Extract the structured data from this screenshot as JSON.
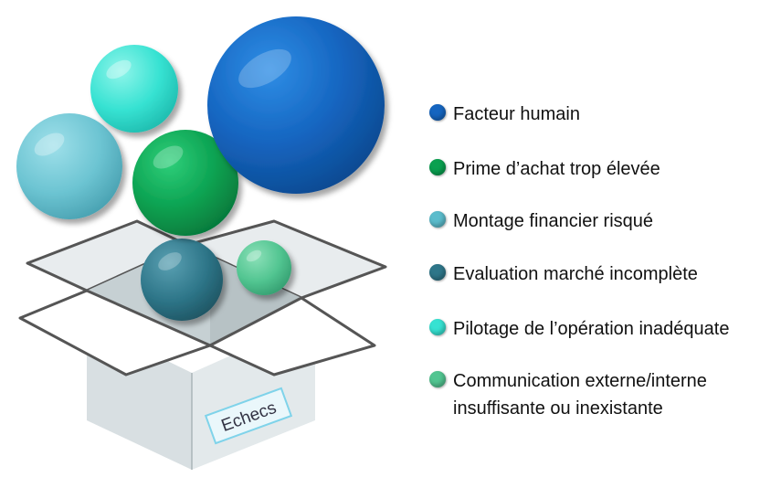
{
  "box": {
    "label": "Echecs"
  },
  "legend": [
    {
      "label": "Facteur humain",
      "color": "#1565c0"
    },
    {
      "label": "Prime d’achat trop élevée",
      "color": "#0aa050"
    },
    {
      "label": "Montage financier risqué",
      "color": "#5bbccc"
    },
    {
      "label": "Evaluation marché incomplète",
      "color": "#2e7689"
    },
    {
      "label": "Pilotage de l’opération inadéquate",
      "color": "#36e2d2"
    },
    {
      "label": "Communication externe/interne\ninsuffisante ou inexistante",
      "color": "#52c591"
    }
  ],
  "colors": {
    "box_face": "#dfe5e7",
    "box_inner": "#c6d0d3",
    "box_edge": "#555555",
    "tag_fill": "#eaf7fb",
    "tag_border": "#7fd3ea"
  }
}
